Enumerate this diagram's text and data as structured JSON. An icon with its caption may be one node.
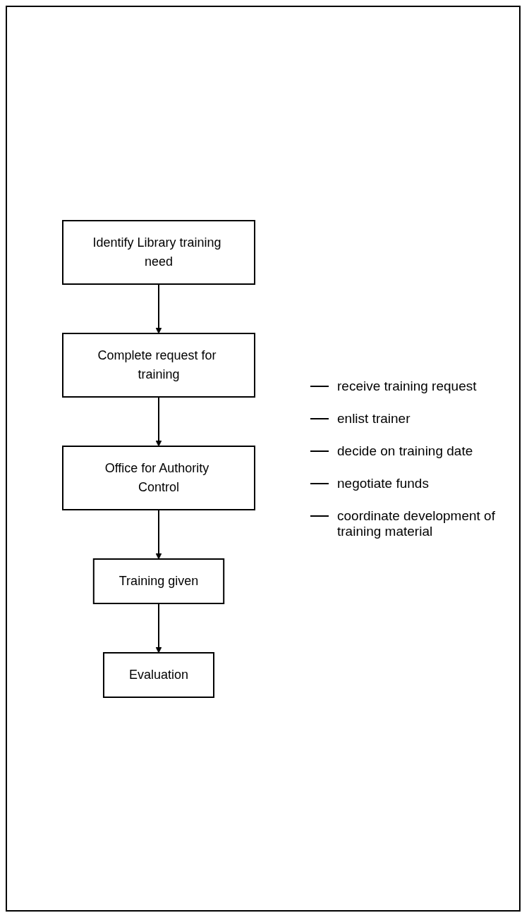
{
  "diagram": {
    "nodes": [
      {
        "text": [
          "Identify Library training need"
        ]
      },
      {
        "text": [
          "Complete request for training"
        ]
      },
      {
        "text": [
          "Office for Authority Control"
        ]
      },
      {
        "text": [
          "Training given"
        ]
      },
      {
        "text": [
          "Evaluation"
        ]
      }
    ],
    "edges": [
      {
        "from": 0,
        "to": 1,
        "arrow": "to"
      },
      {
        "from": 1,
        "to": 2,
        "arrow": "to"
      },
      {
        "from": 2,
        "to": 3,
        "arrow": "to"
      },
      {
        "from": 3,
        "to": 4,
        "arrow": "to"
      }
    ],
    "labels": [
      "receive training request",
      "enlist trainer",
      "decide on training date",
      "negotiate funds",
      "coordinate development of training material"
    ]
  }
}
